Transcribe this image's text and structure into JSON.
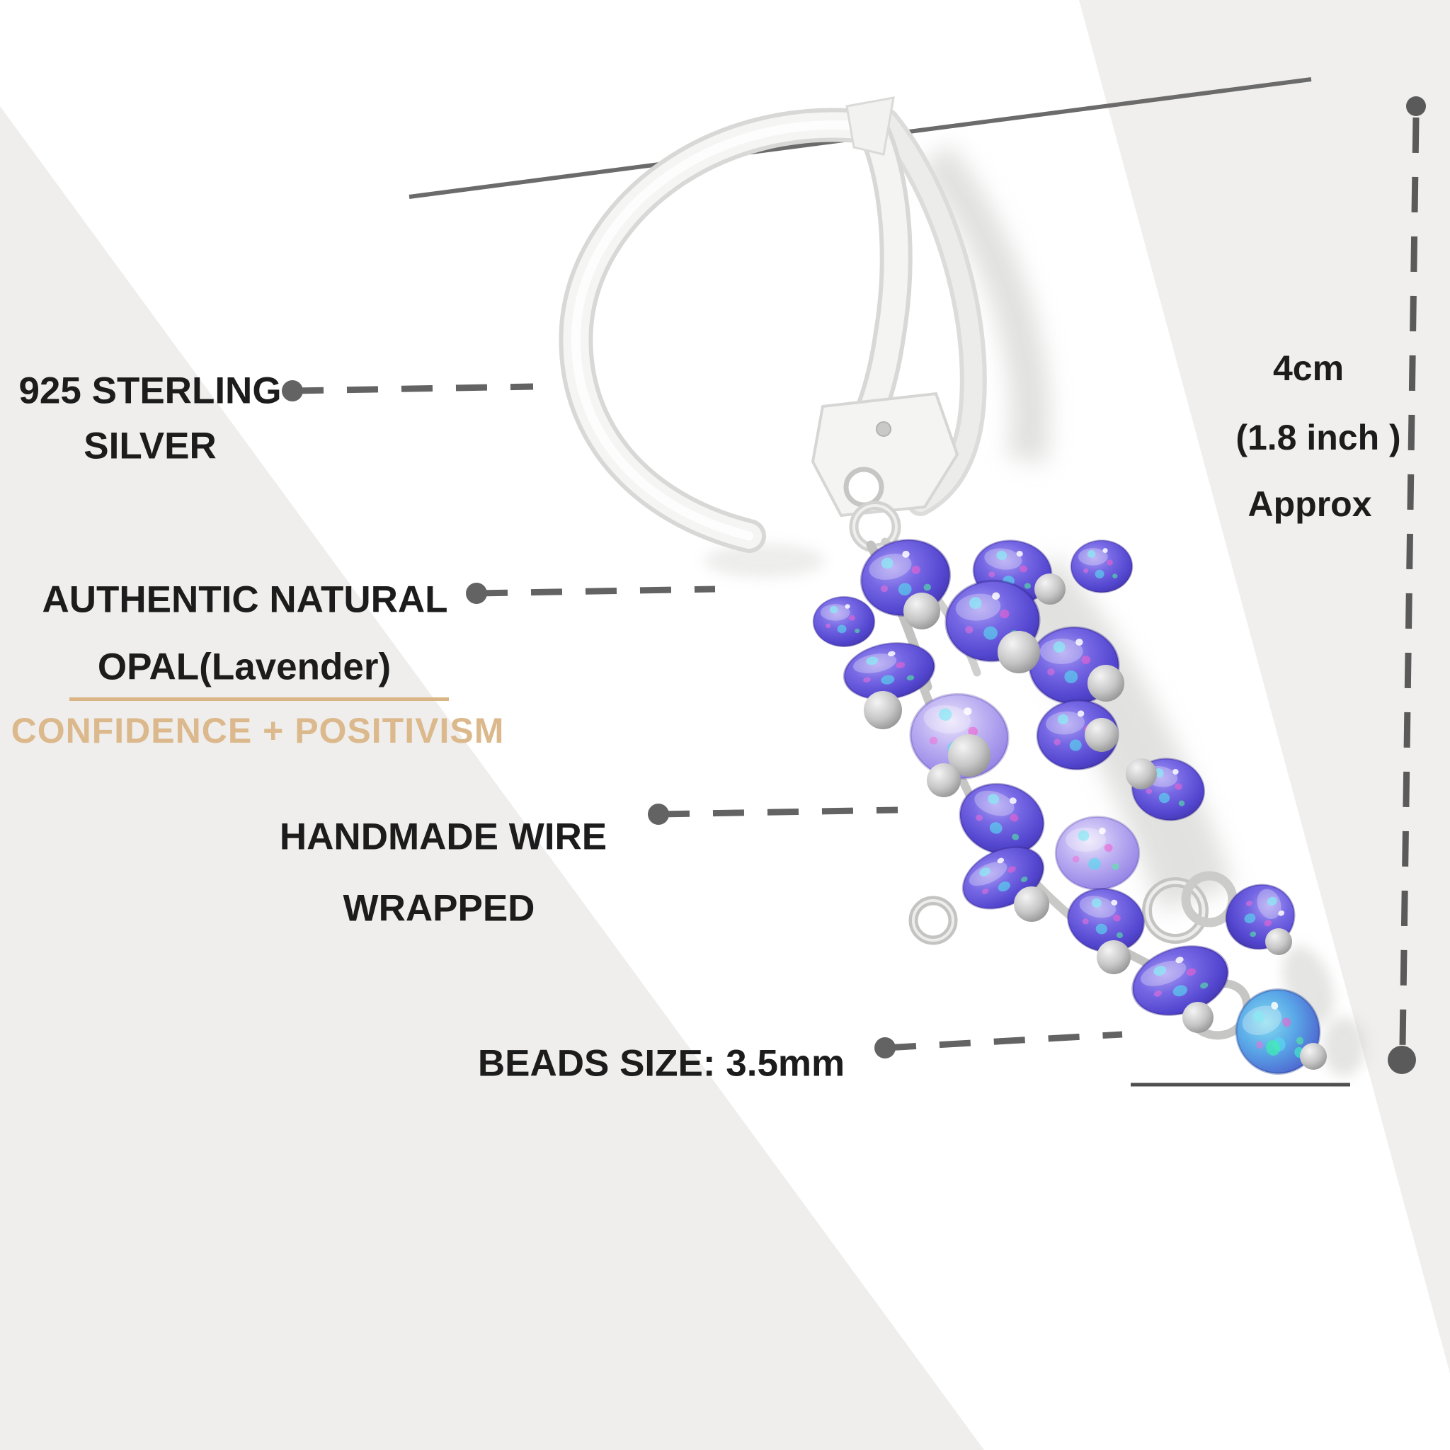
{
  "annotations": {
    "sterling": {
      "line1": "925 STERLING",
      "line2": "SILVER"
    },
    "opal": {
      "line1": "AUTHENTIC NATURAL",
      "line2": "OPAL(Lavender)",
      "tagline": "CONFIDENCE + POSITIVISM"
    },
    "wire": {
      "line1": "HANDMADE WIRE",
      "line2": "WRAPPED"
    },
    "bead_size": {
      "text": "BEADS SIZE: 3.5mm"
    },
    "dimension": {
      "line1": "4cm",
      "line2": "(1.8 inch )",
      "line3": "Approx"
    }
  },
  "markers": {
    "callout_dot": "●",
    "dimension_endpoint": "●"
  },
  "colors": {
    "accent_tan": "#dcb98c",
    "accent_tan_line": "#d9b584",
    "text": "#1c1c1c",
    "line_gray": "#636363",
    "dimension_gray": "#5a5a5a",
    "bead_purple": "#6a5ce0",
    "bead_light": "#beb2f0",
    "bead_teal": "#5aa8e8",
    "silver": "#c9c9c9",
    "background_gray": "#f0efed"
  }
}
